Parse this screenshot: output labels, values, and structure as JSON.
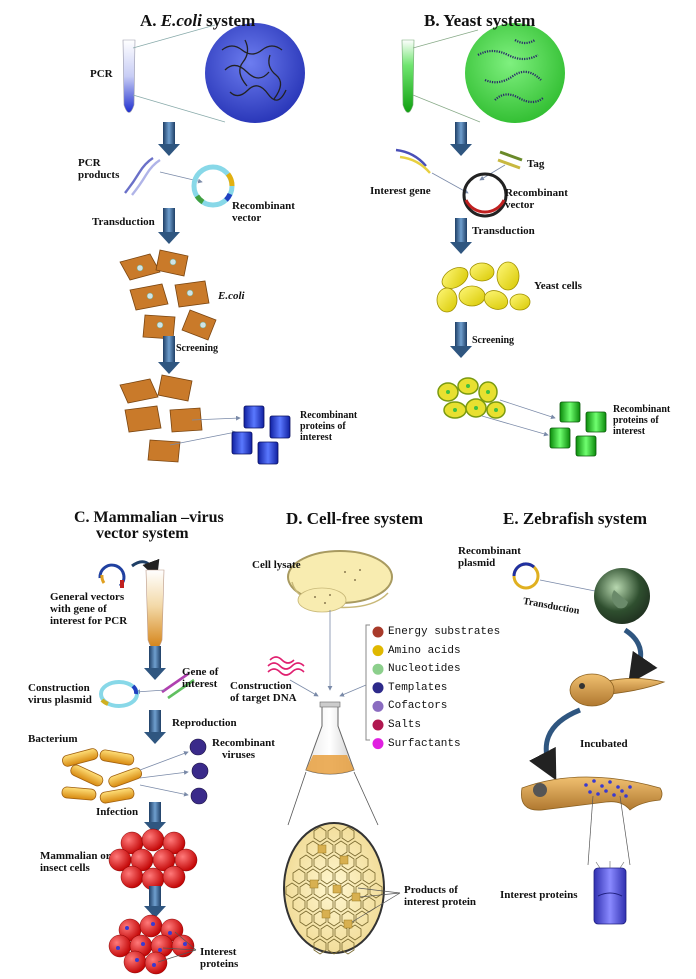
{
  "panels": {
    "a": {
      "title_prefix": "A. ",
      "title_italic": "E.coli",
      "title_suffix": " system",
      "pcr": "PCR",
      "pcr_products_1": "PCR",
      "pcr_products_2": "products",
      "recombinant_vector_1": "Recombinant",
      "recombinant_vector_2": "vector",
      "transduction": "Transduction",
      "ecoli": "E.coli",
      "screening": "Screening",
      "proteins_1": "Recombinant",
      "proteins_2": "proteins of",
      "proteins_3": "interest"
    },
    "b": {
      "title": "B. Yeast system",
      "tag": "Tag",
      "interest_gene": "Interest gene",
      "recombinant_vector_1": "Recombinant",
      "recombinant_vector_2": "vector",
      "transduction": "Transduction",
      "yeast_cells": "Yeast cells",
      "screening": "Screening",
      "proteins_1": "Recombinant",
      "proteins_2": "proteins of",
      "proteins_3": "interest"
    },
    "c": {
      "title_1": "C. Mammalian –virus",
      "title_2": "vector system",
      "general_1": "General vectors",
      "general_2": "with gene of",
      "general_3": "interest for PCR",
      "gene_1": "Gene of",
      "gene_2": "interest",
      "construction_1": "Construction",
      "construction_2": "virus plasmid",
      "reproduction": "Reproduction",
      "bacterium": "Bacterium",
      "viruses_1": "Recombinant",
      "viruses_2": "viruses",
      "infection": "Infection",
      "mammalian_1": "Mammalian or",
      "mammalian_2": "insect cells",
      "interest_1": "Interest",
      "interest_2": "proteins"
    },
    "d": {
      "title": "D. Cell-free system",
      "cell_lysate": "Cell lysate",
      "construction_1": "Construction",
      "construction_2": "of target DNA",
      "components": [
        {
          "label": "Energy substrates",
          "color": "#a83a2a"
        },
        {
          "label": "Amino acids",
          "color": "#e0b800"
        },
        {
          "label": "Nucleotides",
          "color": "#8ccf8c"
        },
        {
          "label": "Templates",
          "color": "#2d2a8a"
        },
        {
          "label": "Cofactors",
          "color": "#8a6cc0"
        },
        {
          "label": "Salts",
          "color": "#b01850"
        },
        {
          "label": "Surfactants",
          "color": "#e020e0"
        }
      ],
      "products_1": "Products of",
      "products_2": "interest protein"
    },
    "e": {
      "title": "E. Zebrafish system",
      "plasmid_1": "Recombinant",
      "plasmid_2": "plasmid",
      "transduction": "Transduction",
      "incubated": "Incubated",
      "interest_proteins": "Interest proteins"
    }
  },
  "colors": {
    "arrow": "#2f5680",
    "ecoli_bacteria": "#c97a2a",
    "ecoli_circle": "#3a4ed8",
    "yeast_circle": "#4cd84c",
    "yeast_cell": "#f2e200",
    "protein_blue": "#2244dd",
    "protein_green": "#22dd22",
    "mammalian_cell": "#e02020",
    "fish_body": "#d9a050"
  }
}
